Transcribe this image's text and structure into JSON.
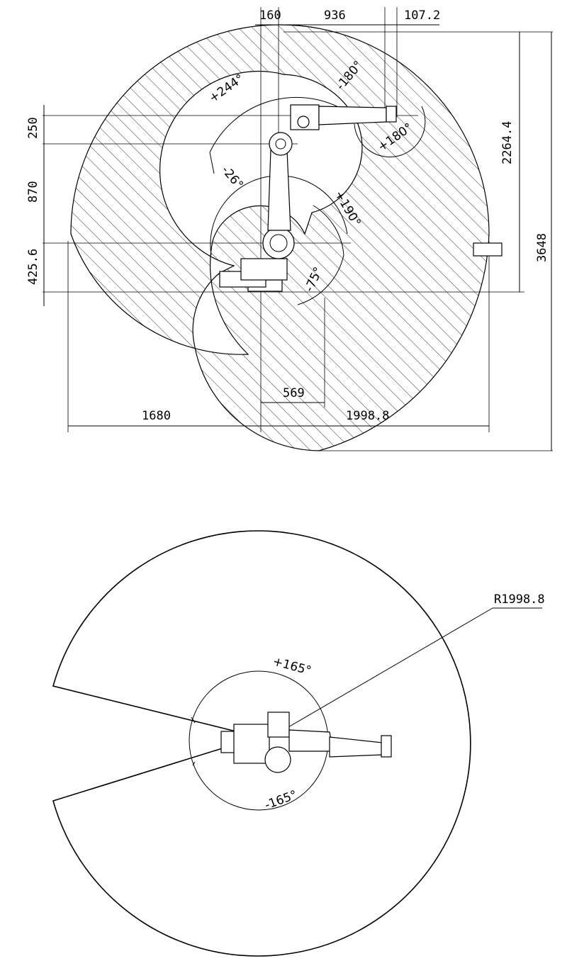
{
  "side_view": {
    "dimensions": {
      "top_offset": "160",
      "top_arm": "936",
      "top_wrist": "107.2",
      "left_upper": "250",
      "left_mid": "870",
      "left_lower": "425.6",
      "right_height": "2264.4",
      "right_total": "3648",
      "bottom_inner": "569",
      "bottom_left": "1680",
      "bottom_right": "1998.8"
    },
    "angles": {
      "j2_plus": "+244°",
      "j2_minus": "-26°",
      "j3_plus": "+190°",
      "j3_minus": "-75°",
      "j4_minus": "-180°",
      "j4_plus": "+180°"
    }
  },
  "top_view": {
    "radius_label": "R1998.8",
    "rotation_plus": "+165°",
    "rotation_minus": "-165°"
  }
}
